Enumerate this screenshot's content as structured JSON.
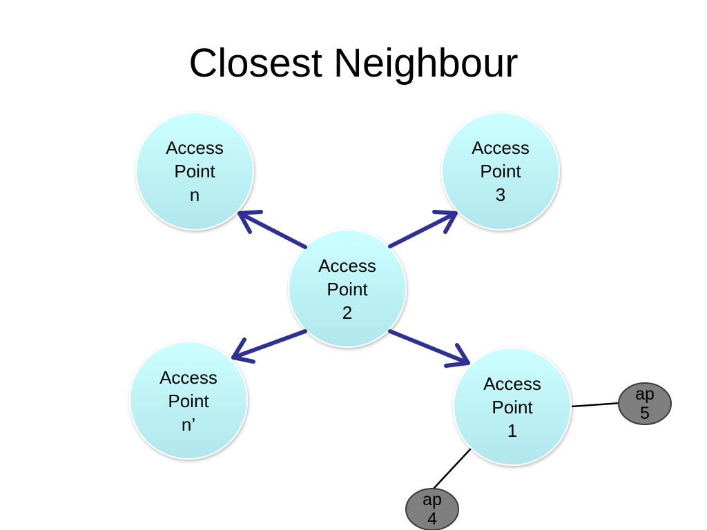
{
  "title": "Closest Neighbour",
  "nodes": {
    "ap_n": [
      "Access",
      "Point",
      "n"
    ],
    "ap_3": [
      "Access",
      "Point",
      "3"
    ],
    "ap_2": [
      "Access",
      "Point",
      "2"
    ],
    "ap_nprime": [
      "Access",
      "Point",
      "n’"
    ],
    "ap_1": [
      "Access",
      "Point",
      "1"
    ]
  },
  "small_nodes": {
    "ap5": [
      "ap",
      "5"
    ],
    "ap4": [
      "ap",
      "4"
    ]
  },
  "colors": {
    "node_fill_top": "#ccffff",
    "node_fill_bottom": "#b4e8ee",
    "arrow": "#2e3192",
    "small_node_fill": "#7f7f7f",
    "connector": "#000000"
  }
}
